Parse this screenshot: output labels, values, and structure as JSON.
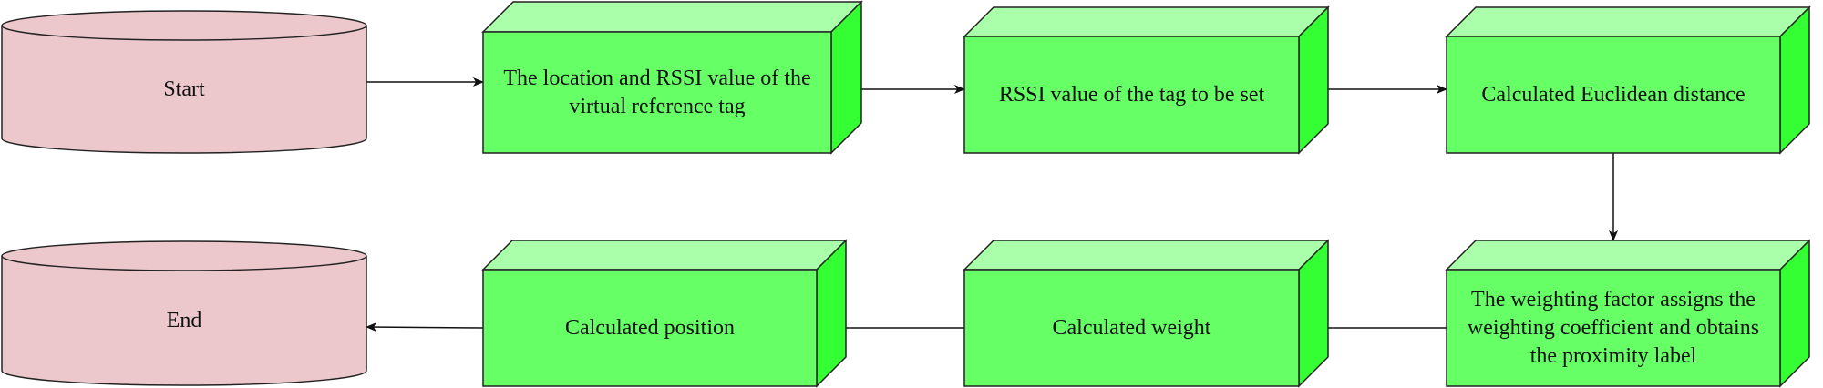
{
  "diagram": {
    "type": "flowchart",
    "colors": {
      "terminal_fill": "#ECC8CC",
      "box_front": "#66FF66",
      "box_top": "#AAFFAA",
      "box_side": "#33FF33",
      "stroke": "#222222"
    },
    "nodes": [
      {
        "id": "start",
        "shape": "cylinder",
        "label": "Start"
      },
      {
        "id": "n1",
        "shape": "box3d",
        "label": "The location and RSSI value of the virtual reference tag"
      },
      {
        "id": "n2",
        "shape": "box3d",
        "label": "RSSI value of the tag to be set"
      },
      {
        "id": "n3",
        "shape": "box3d",
        "label": "Calculated Euclidean distance"
      },
      {
        "id": "n4",
        "shape": "box3d",
        "label": "The weighting factor assigns the weighting coefficient and obtains the proximity label"
      },
      {
        "id": "n5",
        "shape": "box3d",
        "label": "Calculated weight"
      },
      {
        "id": "n6",
        "shape": "box3d",
        "label": "Calculated position"
      },
      {
        "id": "end",
        "shape": "cylinder",
        "label": "End"
      }
    ],
    "edges": [
      {
        "from": "start",
        "to": "n1"
      },
      {
        "from": "n1",
        "to": "n2"
      },
      {
        "from": "n2",
        "to": "n3"
      },
      {
        "from": "n3",
        "to": "n4"
      },
      {
        "from": "n4",
        "to": "n5"
      },
      {
        "from": "n5",
        "to": "n6"
      },
      {
        "from": "n6",
        "to": "end"
      }
    ]
  }
}
